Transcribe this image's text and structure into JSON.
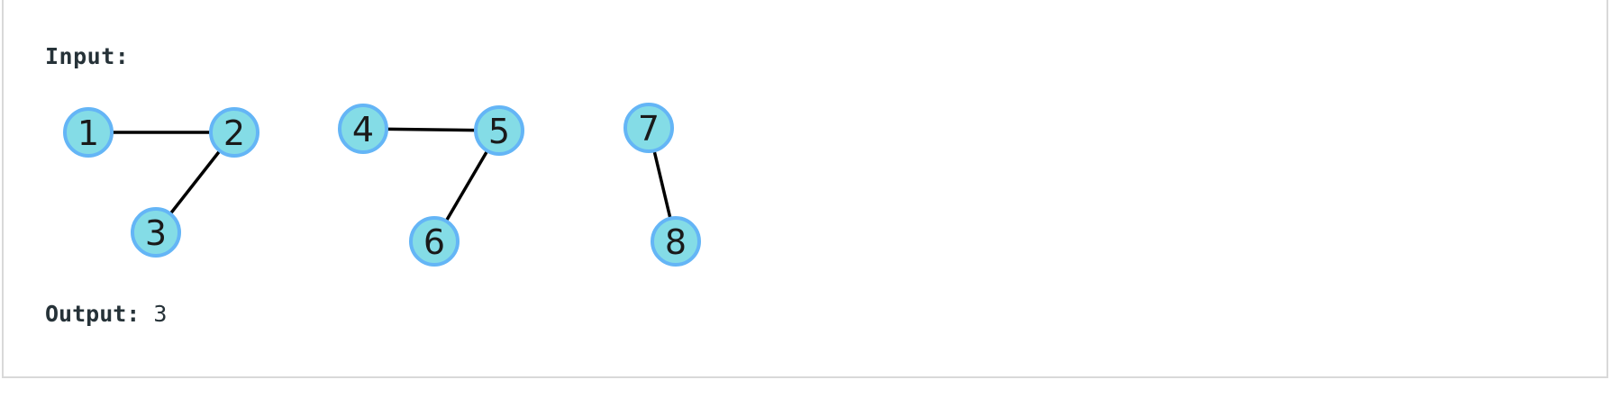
{
  "input_label": "Input:",
  "output_label": "Output:",
  "output_value": "3",
  "colors": {
    "node_fill": "#84dce6",
    "node_stroke": "#64b5f6",
    "edge": "#000000",
    "border": "#d9d9d9"
  },
  "graph": {
    "nodes": [
      {
        "id": "1",
        "label": "1"
      },
      {
        "id": "2",
        "label": "2"
      },
      {
        "id": "3",
        "label": "3"
      },
      {
        "id": "4",
        "label": "4"
      },
      {
        "id": "5",
        "label": "5"
      },
      {
        "id": "6",
        "label": "6"
      },
      {
        "id": "7",
        "label": "7"
      },
      {
        "id": "8",
        "label": "8"
      }
    ],
    "edges": [
      {
        "from": "1",
        "to": "2"
      },
      {
        "from": "2",
        "to": "3"
      },
      {
        "from": "4",
        "to": "5"
      },
      {
        "from": "5",
        "to": "6"
      },
      {
        "from": "7",
        "to": "8"
      }
    ]
  }
}
